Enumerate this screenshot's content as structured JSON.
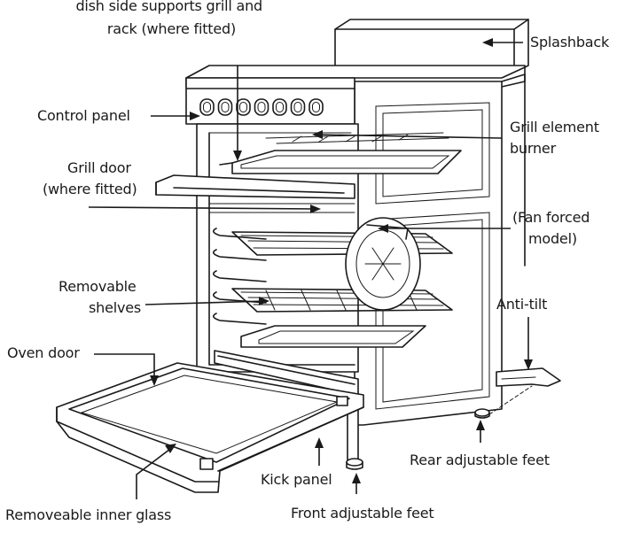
{
  "labels": {
    "supports_line1": "dish side supports grill and",
    "supports_line2": "rack (where fitted)",
    "splashback": "Splashback",
    "control_panel": "Control panel",
    "grill_element_line1": "Grill element",
    "grill_element_line2": "burner",
    "grill_door_line1": "Grill door",
    "grill_door_line2": "(where fitted)",
    "fan_line1": "(Fan forced",
    "fan_line2": "model)",
    "removable_shelves_line1": "Removable",
    "removable_shelves_line2": "shelves",
    "anti_tilt": "Anti-tilt",
    "oven_door": "Oven door",
    "rear_feet": "Rear adjustable feet",
    "kick_panel": "Kick panel",
    "inner_glass": "Removeable inner glass",
    "front_feet": "Front adjustable feet"
  },
  "control_knob_glyph": "D",
  "control_knob_count": 7
}
